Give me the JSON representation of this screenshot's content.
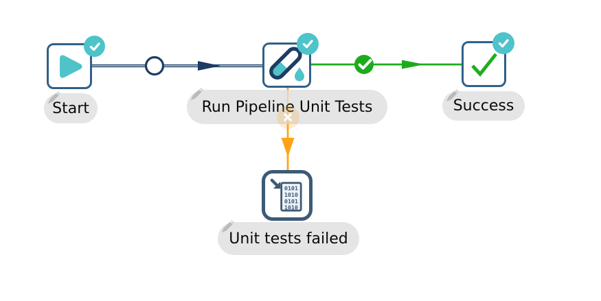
{
  "canvas": {
    "name": "workflow-editor-canvas",
    "background": "#ffffff"
  },
  "colors": {
    "node_border": "#2f608a",
    "node_border_thick": "#3d5a75",
    "teal": "#4ec3c9",
    "navy": "#1d3c63",
    "green": "#1cab1c",
    "orange": "#ffa414",
    "label_bg": "#e5e5e5"
  },
  "workflow": {
    "actions": [
      {
        "label": "Start",
        "icon": "play-icon",
        "status": "checked"
      },
      {
        "label": "Run Pipeline Unit Tests",
        "icon": "test-tube-icon",
        "status": "checked"
      },
      {
        "label": "Success",
        "icon": "success-check-icon",
        "status": "checked"
      },
      {
        "label": "Unit tests failed",
        "icon": "write-to-log-icon",
        "status": "none",
        "icon_rows": [
          "0101",
          "1010",
          "0101",
          "1010"
        ]
      }
    ],
    "hops": [
      {
        "from": "Start",
        "to": "Run Pipeline Unit Tests",
        "type": "unconditional",
        "color": "#1d3c63"
      },
      {
        "from": "Run Pipeline Unit Tests",
        "to": "Success",
        "type": "on-success",
        "color": "#1cab1c"
      },
      {
        "from": "Run Pipeline Unit Tests",
        "to": "Unit tests failed",
        "type": "on-failure",
        "color": "#ffa414"
      }
    ]
  }
}
